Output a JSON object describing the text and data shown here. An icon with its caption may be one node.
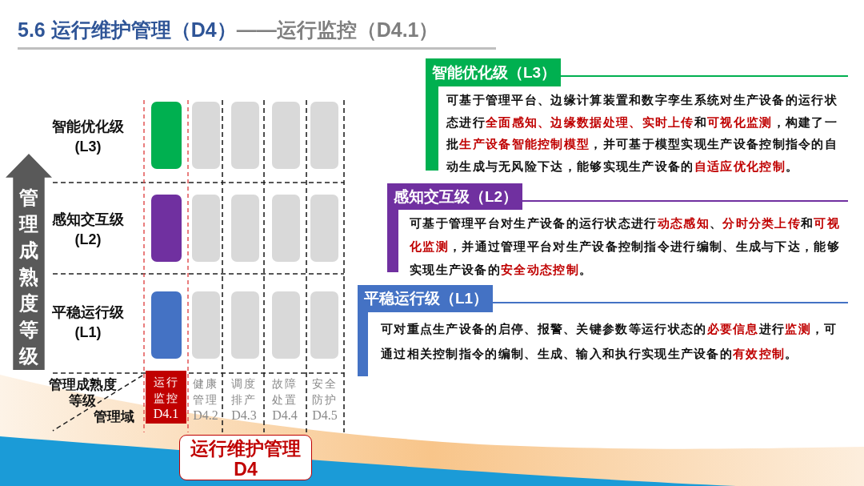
{
  "diagram": {
    "title": "**5.6 运行维护管理（D4）**——运行监控（D4.1）",
    "nodes": [
      {
        "text": [
          "管理成熟度等级"
        ]
      },
      {
        "text": [],
        "shape": "box"
      },
      {
        "text": [],
        "shape": "box"
      },
      {
        "text": [],
        "shape": "box"
      },
      {
        "text": [],
        "shape": "box"
      },
      {
        "text": [],
        "shape": "box"
      },
      {
        "text": [],
        "shape": "box"
      },
      {
        "text": [],
        "shape": "box"
      },
      {
        "text": [],
        "shape": "box"
      },
      {
        "text": [],
        "shape": "box"
      },
      {
        "text": [],
        "shape": "box"
      },
      {
        "text": [],
        "shape": "box"
      },
      {
        "text": [],
        "shape": "box"
      },
      {
        "text": [],
        "shape": "box"
      },
      {
        "text": [],
        "shape": "box"
      },
      {
        "text": [],
        "shape": "box"
      },
      {
        "text": [
          "运行监控",
          "D4.1"
        ]
      },
      {
        "text": [
          "运行维护管理",
          "D4"
        ]
      },
      {
        "text": [
          "智能优化级（L3）",
          "可基于管理平台、边缘计算装置和数字孪生系统对生产设备的运行状态进行**全面感知、边缘数据处理、实时上传**和**可视化监测**，构建了一批**生产设备智能控制模型**，并可基于模型实现生产设备控制指令的自动生成与无风险下达，能够实现生产设备的**自适应优化控制**。"
        ]
      },
      {
        "text": [
          "感知交互级（L2）",
          "可基于管理平台对生产设备的运行状态进行**动态感知**、**分时分类上传**和**可视化监测**，并通过管理平台对生产设备控制指令进行编制、生成与下达，能够实现生产设备的**安全动态控制**。"
        ]
      },
      {
        "text": [
          "平稳运行级（L1）",
          "可对重点生产设备的启停、报警、关键参数等运行状态的**必要信息**进行**监测**，可通过相关控制指令的编制、生成、输入和执行实现生产设备的**有效控制**。"
        ]
      }
    ],
    "labels": [
      "智能优化级(L3)",
      "感知交互级(L2)",
      "平稳运行级(L1)",
      "管理成熟度等级",
      "管理域",
      "健康管理",
      "D4.2",
      "调度排产",
      "D4.3",
      "故障处置",
      "D4.4",
      "安全防护",
      "D4.5"
    ]
  }
}
